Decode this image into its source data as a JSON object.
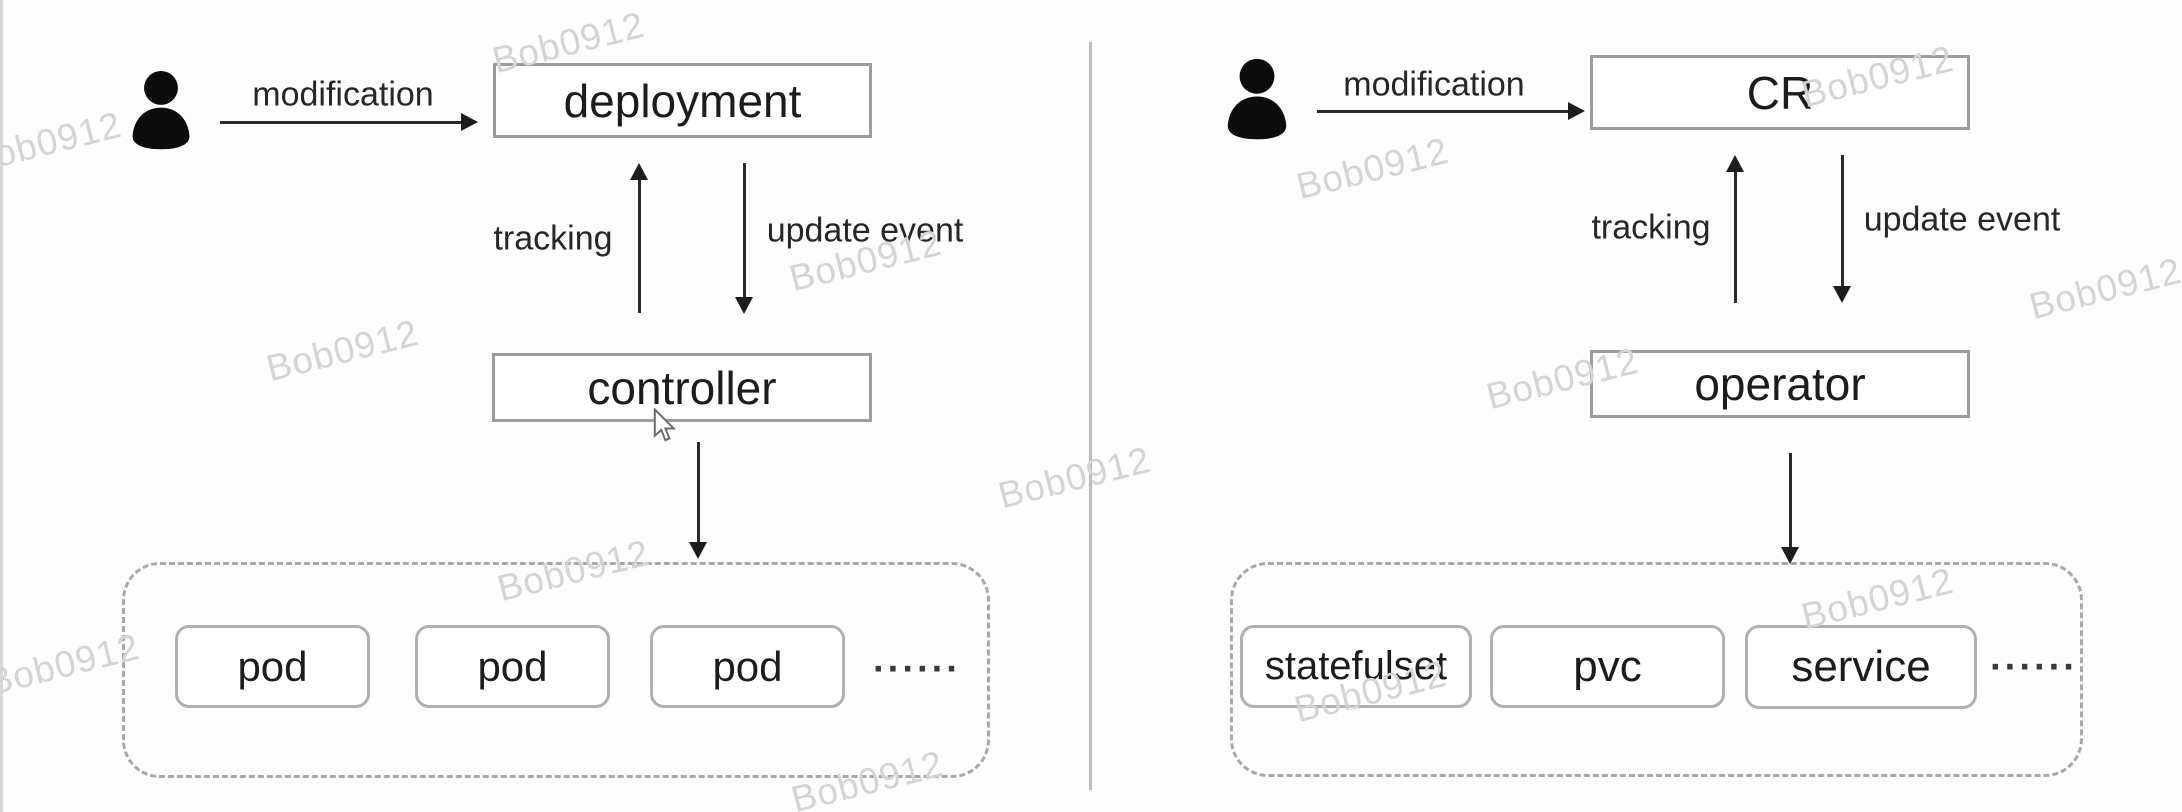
{
  "watermark": {
    "text": "Bob0912"
  },
  "left": {
    "modification": "modification",
    "top_box": "deployment",
    "tracking": "tracking",
    "update_event": "update event",
    "mid_box": "controller",
    "resources": [
      "pod",
      "pod",
      "pod"
    ],
    "ellipsis": "······"
  },
  "right": {
    "modification": "modification",
    "top_box": "CR",
    "tracking": "tracking",
    "update_event": "update event",
    "mid_box": "operator",
    "resources": [
      "statefulset",
      "pvc",
      "service"
    ],
    "ellipsis": "······"
  },
  "colors": {
    "ink": "#1f1f1f",
    "box_border": "#9c9c9c",
    "small_box_border": "#b0b0b0",
    "dashed_border": "#a8a8a8",
    "divider": "#bdbdbd",
    "watermark": "#d4d4d4"
  }
}
